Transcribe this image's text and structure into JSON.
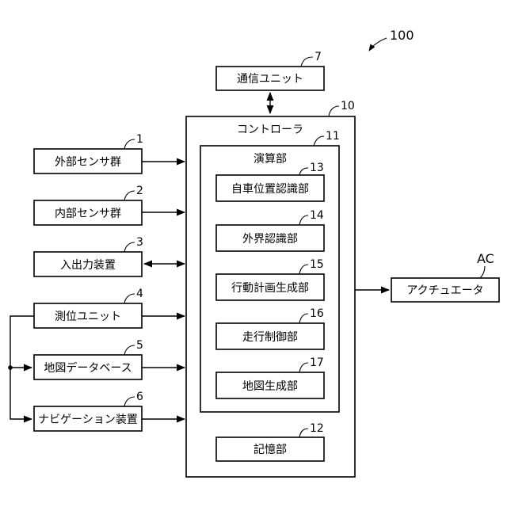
{
  "figure_ref": "100",
  "communication_unit": {
    "label": "通信ユニット",
    "ref": "7"
  },
  "controller": {
    "label": "コントローラ",
    "ref": "10"
  },
  "arithmetic_unit": {
    "label": "演算部",
    "ref": "11"
  },
  "storage_unit": {
    "label": "記憶部",
    "ref": "12"
  },
  "actuator": {
    "label": "アクチュエータ",
    "ref": "AC"
  },
  "inputs": [
    {
      "label": "外部センサ群",
      "ref": "1"
    },
    {
      "label": "内部センサ群",
      "ref": "2"
    },
    {
      "label": "入出力装置",
      "ref": "3"
    },
    {
      "label": "測位ユニット",
      "ref": "4"
    },
    {
      "label": "地図データベース",
      "ref": "5"
    },
    {
      "label": "ナビゲーション装置",
      "ref": "6"
    }
  ],
  "modules": [
    {
      "label": "自車位置認識部",
      "ref": "13"
    },
    {
      "label": "外界認識部",
      "ref": "14"
    },
    {
      "label": "行動計画生成部",
      "ref": "15"
    },
    {
      "label": "走行制御部",
      "ref": "16"
    },
    {
      "label": "地図生成部",
      "ref": "17"
    }
  ]
}
